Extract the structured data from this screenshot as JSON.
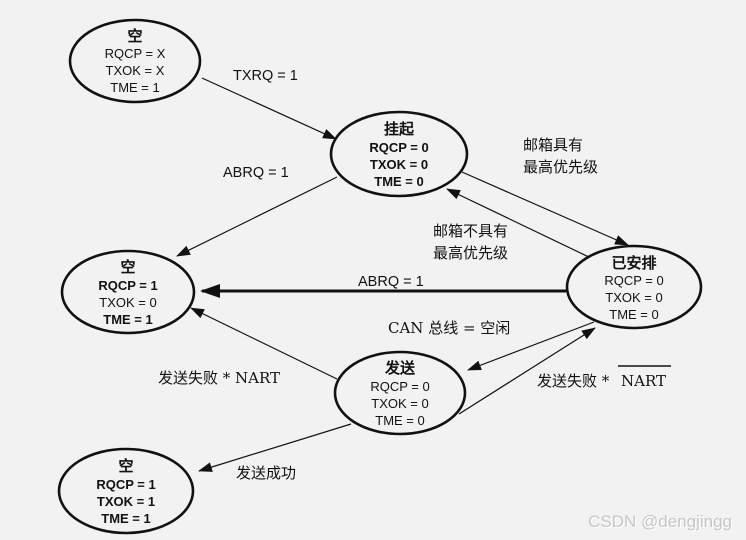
{
  "diagram": {
    "background_color": "#f2f2f2",
    "stroke_color": "#111111",
    "watermark": "CSDN @dengjingg",
    "nodes": {
      "empty_initial": {
        "title": "空",
        "rows": [
          "RQCP = X",
          "TXOK = X",
          "TME = 1"
        ]
      },
      "pending": {
        "title": "挂起",
        "rows": [
          "RQCP = 0",
          "TXOK = 0",
          "TME = 0"
        ]
      },
      "scheduled": {
        "title": "已安排",
        "rows": [
          "RQCP = 0",
          "TXOK = 0",
          "TME = 0"
        ]
      },
      "empty_abort": {
        "title": "空",
        "rows": [
          "RQCP = 1",
          "TXOK = 0",
          "TME = 1"
        ]
      },
      "transmit": {
        "title": "发送",
        "rows": [
          "RQCP = 0",
          "TXOK = 0",
          "TME = 0"
        ]
      },
      "empty_success": {
        "title": "空",
        "rows": [
          "RQCP = 1",
          "TXOK = 1",
          "TME = 1"
        ]
      }
    },
    "edges": {
      "txrq": {
        "label": "TXRQ = 1"
      },
      "abrq_pending": {
        "label": "ABRQ = 1"
      },
      "has_priority": {
        "line1": "邮箱具有",
        "line2": "最高优先级"
      },
      "no_priority": {
        "line1": "邮箱不具有",
        "line2": "最高优先级"
      },
      "abrq_scheduled": {
        "label": "ABRQ = 1"
      },
      "can_idle": {
        "label": "CAN 总线 = 空闲"
      },
      "fail_nart": {
        "label": "发送失败 * NART"
      },
      "fail_nart_bar": {
        "prefix": "发送失败 *",
        "nart": "NART"
      },
      "success": {
        "label": "发送成功"
      }
    }
  }
}
